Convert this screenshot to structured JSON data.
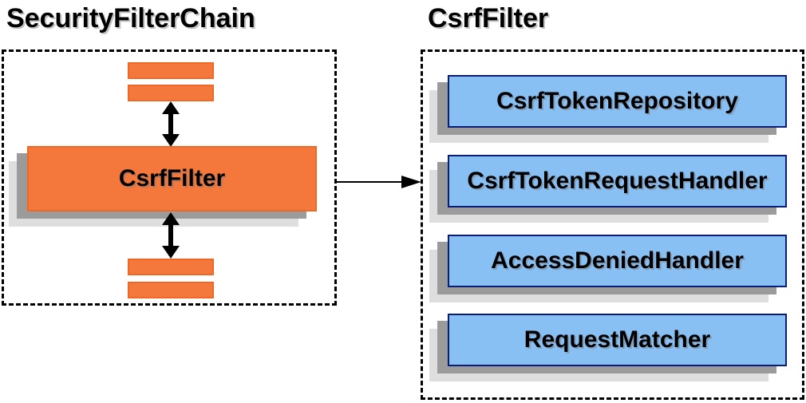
{
  "left_panel": {
    "title": "SecurityFilterChain",
    "filter_box": {
      "label": "CsrfFilter"
    }
  },
  "right_panel": {
    "title": "CsrfFilter",
    "components": [
      {
        "label": "CsrfTokenRepository"
      },
      {
        "label": "CsrfTokenRequestHandler"
      },
      {
        "label": "AccessDeniedHandler"
      },
      {
        "label": "RequestMatcher"
      }
    ]
  },
  "icons": {
    "vertical_arrows": "double-headed-arrow-icon",
    "horizontal_arrow": "right-arrow-icon"
  },
  "colors": {
    "orange_fill": "#F4783C",
    "orange_border": "#EE6827",
    "blue_fill": "#89C0F4",
    "blue_border": "#0A1E78",
    "shadow_dark": "#9B9B9B",
    "shadow_light": "#DEDEDE",
    "panel_border": "#000000",
    "arrow": "#000000",
    "text": "#000000"
  }
}
